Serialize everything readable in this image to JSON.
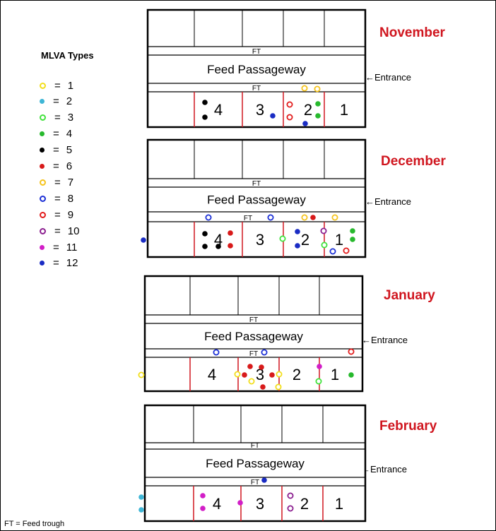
{
  "legend": {
    "title": "MLVA Types",
    "equals": "=",
    "types": [
      {
        "n": "1",
        "color": "#f2de1b",
        "hollow": true
      },
      {
        "n": "2",
        "color": "#3fb6d6",
        "hollow": false
      },
      {
        "n": "3",
        "color": "#41e23c",
        "hollow": true
      },
      {
        "n": "4",
        "color": "#27b92d",
        "hollow": false
      },
      {
        "n": "5",
        "color": "#000000",
        "hollow": false
      },
      {
        "n": "6",
        "color": "#d81a1a",
        "hollow": false
      },
      {
        "n": "7",
        "color": "#f5c31c",
        "hollow": true
      },
      {
        "n": "8",
        "color": "#1b2fd6",
        "hollow": true
      },
      {
        "n": "9",
        "color": "#e21b1b",
        "hollow": true
      },
      {
        "n": "10",
        "color": "#8b1e8f",
        "hollow": true
      },
      {
        "n": "11",
        "color": "#d21ec7",
        "hollow": false
      },
      {
        "n": "12",
        "color": "#1a2cc4",
        "hollow": false
      }
    ]
  },
  "labels": {
    "feed_passageway": "Feed Passageway",
    "feed_trough": "FT",
    "entrance": "←Entrance",
    "footnote": "FT = Feed trough"
  },
  "months": [
    {
      "name": "November",
      "pens": [
        "4",
        "3",
        "2",
        "1"
      ]
    },
    {
      "name": "December",
      "pens": [
        "4",
        "3",
        "2",
        "1"
      ]
    },
    {
      "name": "January",
      "pens": [
        "4",
        "3",
        "2",
        "1"
      ]
    },
    {
      "name": "February",
      "pens": [
        "4",
        "3",
        "2",
        "1"
      ]
    }
  ],
  "colors": {
    "month_label": "#d0161f",
    "pen_divider": "#d0161f",
    "outline": "#000000"
  }
}
